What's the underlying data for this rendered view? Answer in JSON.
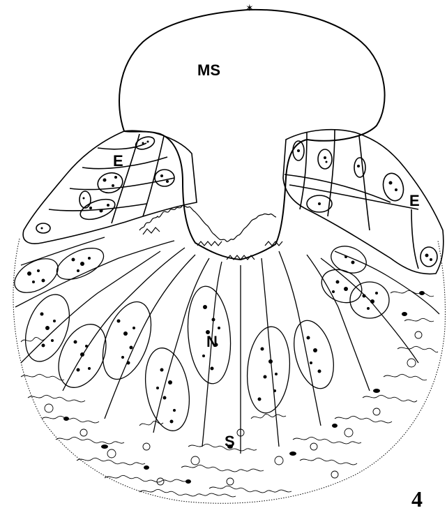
{
  "figure": {
    "labels": {
      "ms": "MS",
      "e_left": "E",
      "e_right": "E",
      "n": "N",
      "s": "S"
    },
    "figure_number": "4"
  },
  "colors": {
    "ink": "#000000",
    "background": "#ffffff"
  }
}
